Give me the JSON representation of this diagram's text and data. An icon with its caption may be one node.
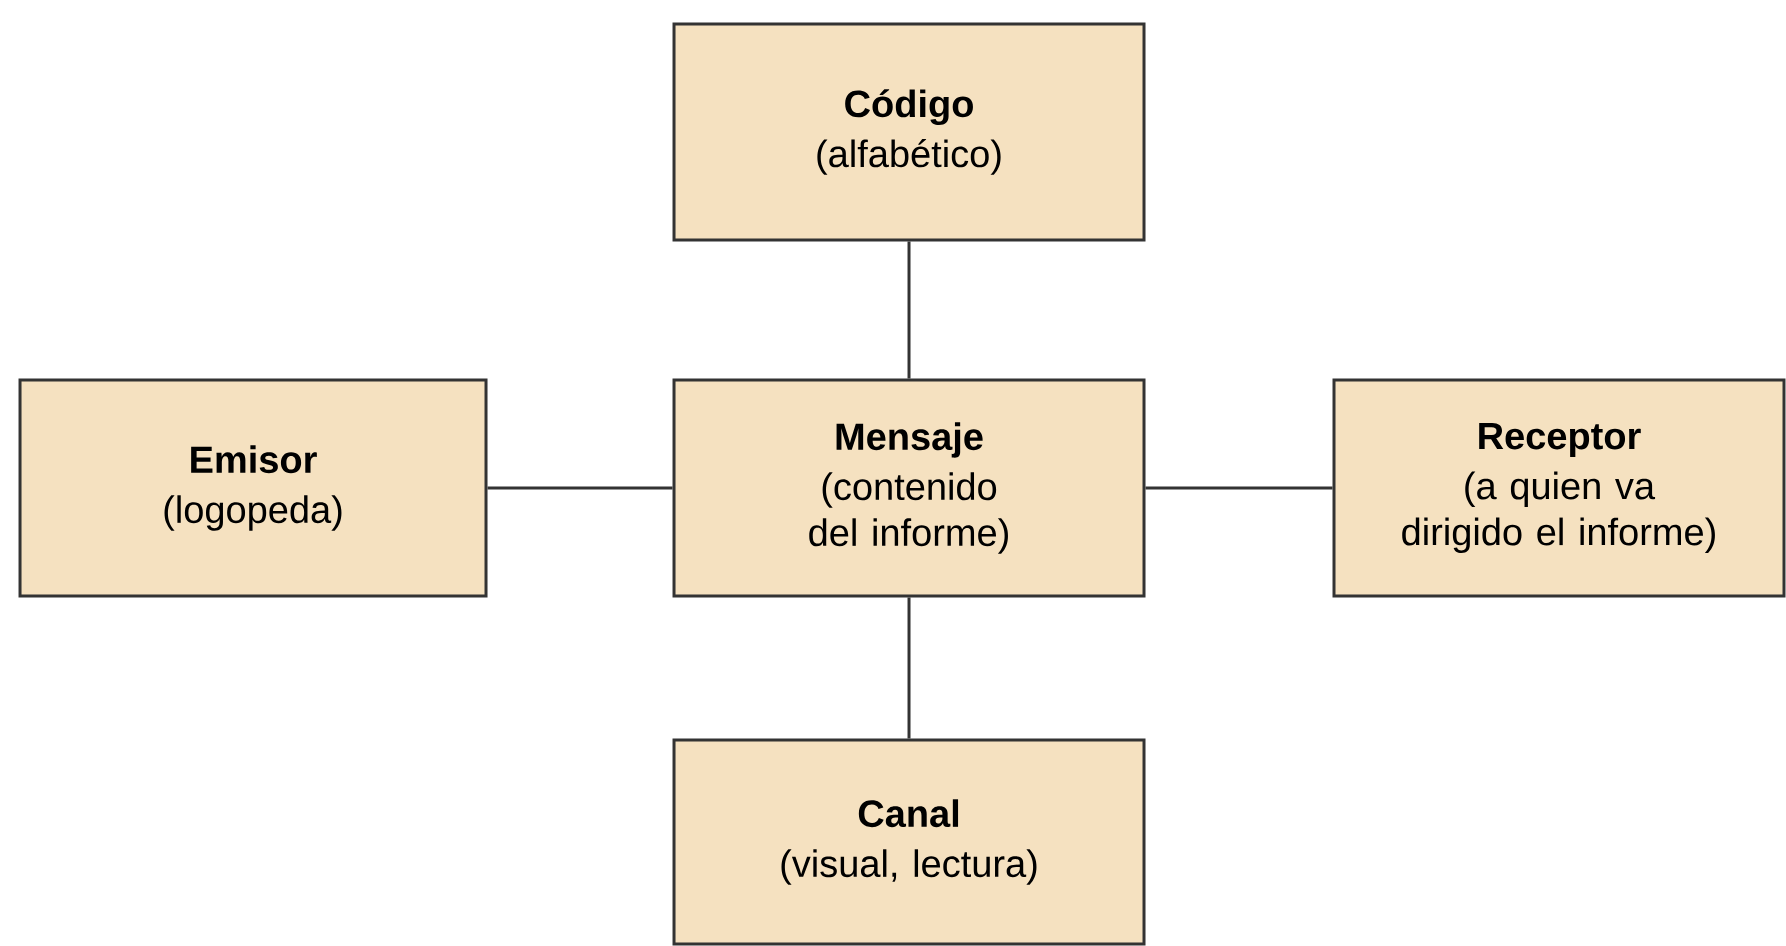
{
  "diagram": {
    "nodes": [
      {
        "text": [
          "Código",
          "(alfabético)"
        ]
      },
      {
        "text": [
          "Emisor",
          "(logopeda)"
        ]
      },
      {
        "text": [
          "Mensaje",
          "(contenido del informe)"
        ]
      },
      {
        "text": [
          "Receptor",
          "(a quien va dirigido el informe)"
        ]
      },
      {
        "text": [
          "Canal",
          "(visual, lectura)"
        ]
      }
    ],
    "edges": [
      {
        "from": 2,
        "to": 0,
        "arrow": "none"
      },
      {
        "from": 1,
        "to": 2,
        "arrow": "none"
      },
      {
        "from": 2,
        "to": 3,
        "arrow": "none"
      },
      {
        "from": 2,
        "to": 4,
        "arrow": "none"
      }
    ]
  }
}
